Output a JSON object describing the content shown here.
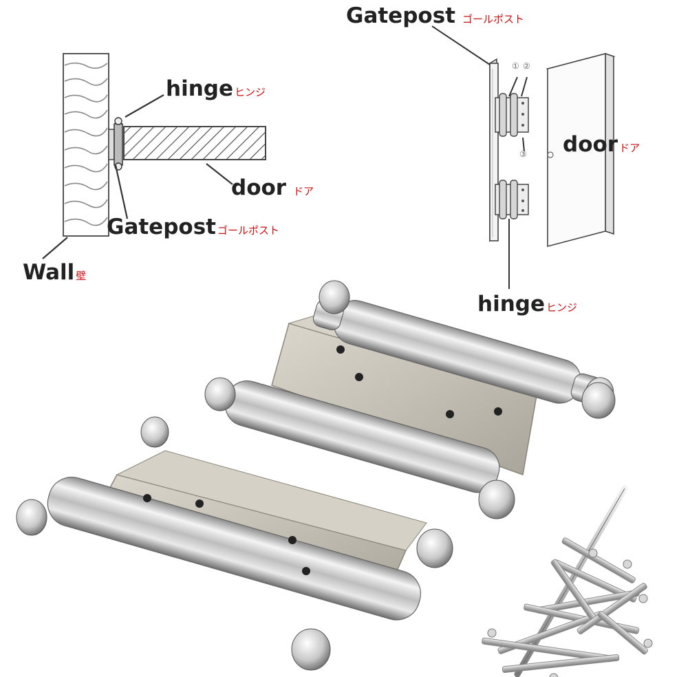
{
  "colors": {
    "label": "#222222",
    "label_jp": "#d01010",
    "steel": "#c9c5bd",
    "chrome": "#e8e8e8",
    "line": "#333333"
  },
  "left_diagram": {
    "hinge": {
      "en": "hinge",
      "jp": "ヒンジ"
    },
    "door": {
      "en": "door",
      "jp": "ドア"
    },
    "gatepost": {
      "en": "Gatepost",
      "jp": "ゴールポスト"
    },
    "wall": {
      "en": "Wall",
      "jp": "壁"
    }
  },
  "right_diagram": {
    "gatepost": {
      "en": "Gatepost",
      "jp": "ゴールポスト"
    },
    "door": {
      "en": "door",
      "jp": "ドア"
    },
    "hinge": {
      "en": "hinge",
      "jp": "ヒンジ"
    },
    "markers": {
      "one": "①",
      "two": "②",
      "three": "③"
    }
  }
}
